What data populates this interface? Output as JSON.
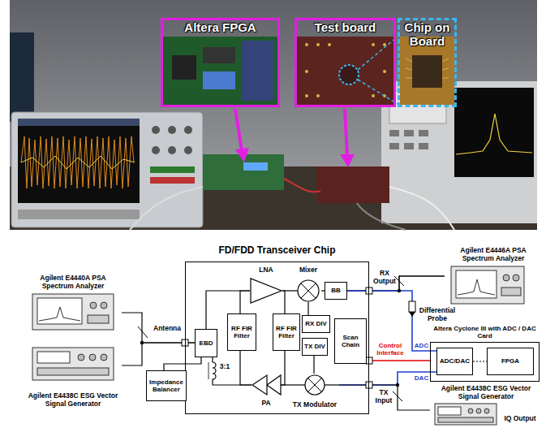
{
  "diagram": {
    "nodes": [
      {
        "text": [
          "Altera FPGA"
        ]
      },
      {
        "text": [
          "Test board"
        ]
      },
      {
        "text": [
          "Chip on Board"
        ]
      },
      {
        "text": [
          "FD/FDD Transceiver Chip"
        ]
      },
      {
        "text": [
          "LNA"
        ],
        "in": 3
      },
      {
        "text": [
          "Mixer"
        ],
        "in": 3
      },
      {
        "text": [
          "BB"
        ],
        "in": 3
      },
      {
        "text": [
          "EBD"
        ],
        "in": 3
      },
      {
        "text": [
          "RF FIR Filter"
        ],
        "in": 3
      },
      {
        "text": [
          "RF FIR Filter"
        ],
        "in": 3
      },
      {
        "text": [
          "RX DIV"
        ],
        "in": 3
      },
      {
        "text": [
          "TX DIV"
        ],
        "in": 3
      },
      {
        "text": [
          "Scan Chain"
        ],
        "in": 3
      },
      {
        "text": [
          "PA"
        ],
        "in": 3
      },
      {
        "text": [
          "TX Modulator"
        ],
        "in": 3
      },
      {
        "text": [
          "Agilent E4440A PSA Spectrum Analyzer"
        ]
      },
      {
        "text": [
          "Agilent E4438C ESG Vector Signal Generator"
        ]
      },
      {
        "text": [
          "Impedance Balancer"
        ]
      },
      {
        "text": [
          "Agilent E4446A PSA Spectrum Analyzer"
        ]
      },
      {
        "text": [
          "Altera Cyclone III with ADC / DAC Card"
        ]
      },
      {
        "text": [
          "ADC/DAC"
        ],
        "in": 19
      },
      {
        "text": [
          "FPGA"
        ],
        "in": 19
      },
      {
        "text": [
          "Agilent E4438C ESG Vector Signal Generator"
        ]
      }
    ],
    "edges": [
      {
        "from": 15,
        "to": 7,
        "arrow": "none"
      },
      {
        "from": 16,
        "to": 7,
        "arrow": "none"
      },
      {
        "from": 17,
        "to": 7,
        "arrow": "none"
      },
      {
        "from": 7,
        "to": 4,
        "arrow": "none"
      },
      {
        "from": 8,
        "to": 4,
        "arrow": "none"
      },
      {
        "from": 9,
        "to": 4,
        "arrow": "none"
      },
      {
        "from": 4,
        "to": 5,
        "arrow": "none"
      },
      {
        "from": 5,
        "to": 6,
        "arrow": "none"
      },
      {
        "from": 10,
        "to": 5,
        "arrow": "none"
      },
      {
        "from": 6,
        "to": 18,
        "arrow": "none"
      },
      {
        "from": 6,
        "to": 20,
        "label": "ADC",
        "arrow": "none"
      },
      {
        "from": 12,
        "to": 19,
        "label": "Control Interface",
        "arrow": "none"
      },
      {
        "from": 20,
        "to": 21,
        "arrow": "none"
      },
      {
        "from": 20,
        "to": 14,
        "label": "DAC",
        "arrow": "none"
      },
      {
        "from": 22,
        "to": 14,
        "arrow": "none"
      },
      {
        "from": 11,
        "to": 14,
        "arrow": "none"
      },
      {
        "from": 14,
        "to": 13,
        "arrow": "none"
      },
      {
        "from": 8,
        "to": 13,
        "arrow": "none"
      },
      {
        "from": 9,
        "to": 13,
        "arrow": "none"
      },
      {
        "from": 13,
        "to": 7,
        "arrow": "none"
      }
    ],
    "labels": [
      "Antenna",
      "3:1",
      "RX Output",
      "Differential Probe",
      "TX Input",
      "IQ Output"
    ]
  }
}
